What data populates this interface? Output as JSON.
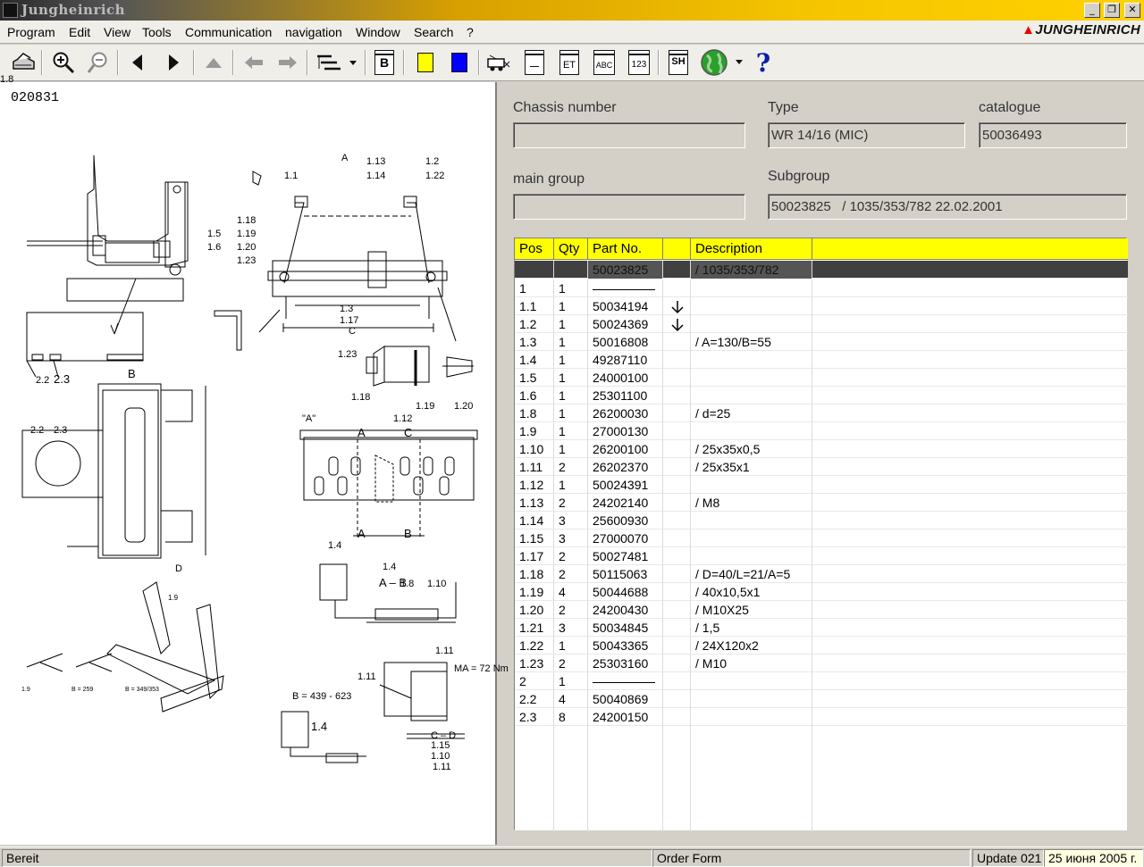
{
  "window": {
    "title": "Jungheinrich",
    "controls": {
      "minimize": "_",
      "restore": "❐",
      "close": "✕"
    }
  },
  "menu": [
    "Program",
    "Edit",
    "View",
    "Tools",
    "Communication",
    "navigation",
    "Window",
    "Search",
    "?"
  ],
  "brand": {
    "logo_text": "JUNGHEINRICH"
  },
  "toolbar": {
    "icons": [
      "print-icon",
      "zoom-in-icon",
      "zoom-out-icon",
      "previous-icon",
      "next-icon",
      "up-icon",
      "back-icon",
      "forward-icon",
      "tree-view-icon",
      "bookmark-icon",
      "yellow-color-icon",
      "blue-color-icon",
      "truck-icon",
      "document-icon",
      "et-icon",
      "abc-icon",
      "123-icon",
      "sh-icon",
      "globe-icon",
      "help-icon"
    ],
    "labels": {
      "b": "B",
      "et": "ET",
      "abc": "ABC",
      "num": "123",
      "sh": "SH",
      "help": "?"
    },
    "colors": {
      "yellow": "#ffff00",
      "blue": "#0000ff",
      "globe": "#2aa02a"
    }
  },
  "drawing": {
    "number": "020831",
    "labels": [
      "A",
      "1.13",
      "1.2",
      "1.14",
      "1.22",
      "1.1",
      "1.18",
      "1.19",
      "1.20",
      "1.23",
      "1.5",
      "1.6",
      "1.3",
      "1.17",
      "C",
      "2.2",
      "2.3",
      "2.2",
      "2.3",
      "B",
      "1.23",
      "1.18",
      "1.19",
      "1.20",
      "\"A\"",
      "1.12",
      "A",
      "C",
      "A",
      "B",
      "D",
      "1.4",
      "1.4",
      "A – B",
      "1.8",
      "1.10",
      "1.11",
      "1.9",
      "MA = 72 Nm",
      "1.11",
      "1.9",
      "B = 259",
      "B = 349/353",
      "B = 439 - 623",
      "1.4",
      "C – D",
      "1.15",
      "1.10",
      "1.11",
      "1.8"
    ]
  },
  "fields": {
    "chassis_number": {
      "label": "Chassis number",
      "value": ""
    },
    "type": {
      "label": "Type",
      "value": "WR 14/16 (MIC)"
    },
    "catalogue": {
      "label": "catalogue",
      "value": "50036493"
    },
    "main_group": {
      "label": "main group",
      "value": ""
    },
    "subgroup": {
      "label": "Subgroup",
      "value": "50023825   / 1035/353/782 22.02.2001"
    }
  },
  "table": {
    "columns": [
      "Pos",
      "Qty",
      "Part No.",
      "",
      "Description",
      ""
    ],
    "selected_row": {
      "pos": "",
      "qty": "",
      "part": "50023825",
      "desc": "/ 1035/353/782"
    },
    "rows": [
      {
        "pos": "1",
        "qty": "1",
        "part": "",
        "arrow": false,
        "desc": ""
      },
      {
        "pos": "1.1",
        "qty": "1",
        "part": "50034194",
        "arrow": true,
        "desc": ""
      },
      {
        "pos": "1.2",
        "qty": "1",
        "part": "50024369",
        "arrow": true,
        "desc": ""
      },
      {
        "pos": "1.3",
        "qty": "1",
        "part": "50016808",
        "arrow": false,
        "desc": "/ A=130/B=55"
      },
      {
        "pos": "1.4",
        "qty": "1",
        "part": "49287110",
        "arrow": false,
        "desc": ""
      },
      {
        "pos": "1.5",
        "qty": "1",
        "part": "24000100",
        "arrow": false,
        "desc": ""
      },
      {
        "pos": "1.6",
        "qty": "1",
        "part": "25301100",
        "arrow": false,
        "desc": ""
      },
      {
        "pos": "1.8",
        "qty": "1",
        "part": "26200030",
        "arrow": false,
        "desc": "/ d=25"
      },
      {
        "pos": "1.9",
        "qty": "1",
        "part": "27000130",
        "arrow": false,
        "desc": ""
      },
      {
        "pos": "1.10",
        "qty": "1",
        "part": "26200100",
        "arrow": false,
        "desc": "/ 25x35x0,5"
      },
      {
        "pos": "1.11",
        "qty": "2",
        "part": "26202370",
        "arrow": false,
        "desc": "/ 25x35x1"
      },
      {
        "pos": "1.12",
        "qty": "1",
        "part": "50024391",
        "arrow": false,
        "desc": ""
      },
      {
        "pos": "1.13",
        "qty": "2",
        "part": "24202140",
        "arrow": false,
        "desc": "/ M8"
      },
      {
        "pos": "1.14",
        "qty": "3",
        "part": "25600930",
        "arrow": false,
        "desc": ""
      },
      {
        "pos": "1.15",
        "qty": "3",
        "part": "27000070",
        "arrow": false,
        "desc": ""
      },
      {
        "pos": "1.17",
        "qty": "2",
        "part": "50027481",
        "arrow": false,
        "desc": ""
      },
      {
        "pos": "1.18",
        "qty": "2",
        "part": "50115063",
        "arrow": false,
        "desc": "/ D=40/L=21/A=5"
      },
      {
        "pos": "1.19",
        "qty": "4",
        "part": "50044688",
        "arrow": false,
        "desc": "/ 40x10,5x1"
      },
      {
        "pos": "1.20",
        "qty": "2",
        "part": "24200430",
        "arrow": false,
        "desc": "/ M10X25"
      },
      {
        "pos": "1.21",
        "qty": "3",
        "part": "50034845",
        "arrow": false,
        "desc": "/ 1,5"
      },
      {
        "pos": "1.22",
        "qty": "1",
        "part": "50043365",
        "arrow": false,
        "desc": "/ 24X120x2"
      },
      {
        "pos": "1.23",
        "qty": "2",
        "part": "25303160",
        "arrow": false,
        "desc": "/ M10"
      },
      {
        "pos": "2",
        "qty": "1",
        "part": "",
        "arrow": false,
        "desc": ""
      },
      {
        "pos": "2.2",
        "qty": "4",
        "part": "50040869",
        "arrow": false,
        "desc": ""
      },
      {
        "pos": "2.3",
        "qty": "8",
        "part": "24200150",
        "arrow": false,
        "desc": ""
      }
    ]
  },
  "status": {
    "state": "Bereit",
    "order_form": "Order Form",
    "update": "Update 021",
    "date": "25 июня 2005 г."
  }
}
